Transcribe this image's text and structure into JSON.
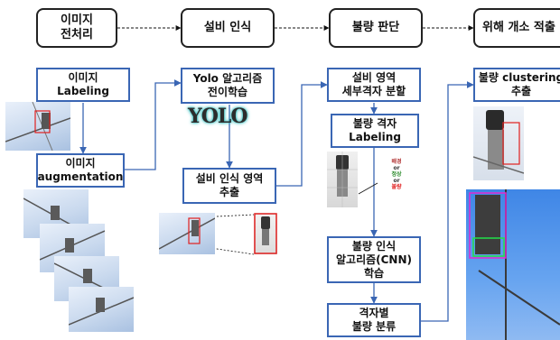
{
  "stages": [
    {
      "line1": "이미지",
      "line2": "전처리"
    },
    {
      "line1": "설비 인식",
      "line2": ""
    },
    {
      "line1": "불량 판단",
      "line2": ""
    },
    {
      "line1": "위해 개소 적출",
      "line2": ""
    }
  ],
  "steps": {
    "labeling": "이미지\nLabeling",
    "augmentation": "이미지\naugmentation",
    "yolo_transfer": "Yolo 알고리즘\n전이학습",
    "equipment_region": "설비 인식 영역\n추출",
    "grid_split": "설비 영역\n세부격자 분할",
    "defect_grid_labeling": "불량 격자\nLabeling",
    "cnn_training": "불량 인식\n알고리즘(CNN)\n학습",
    "grid_classification": "격자별\n불량 분류",
    "defect_clustering": "불량 clustering\n추출"
  },
  "yolo_logo": "YOLO",
  "class_labels": {
    "background": "배경",
    "or1": "or",
    "normal": "정상",
    "or2": "or",
    "defect": "불량"
  },
  "colors": {
    "arrow_blue": "#3a66b4",
    "stage_border": "#222222",
    "step_border": "#3a66b4",
    "bbox_red": "#e0201f",
    "bbox_magenta": "#e02ad0",
    "bbox_green": "#22e04a",
    "label_background": "#b03030",
    "label_normal": "#2a8a2a",
    "label_defect": "#e02020",
    "yolo_glow": "#2fc6c6"
  }
}
